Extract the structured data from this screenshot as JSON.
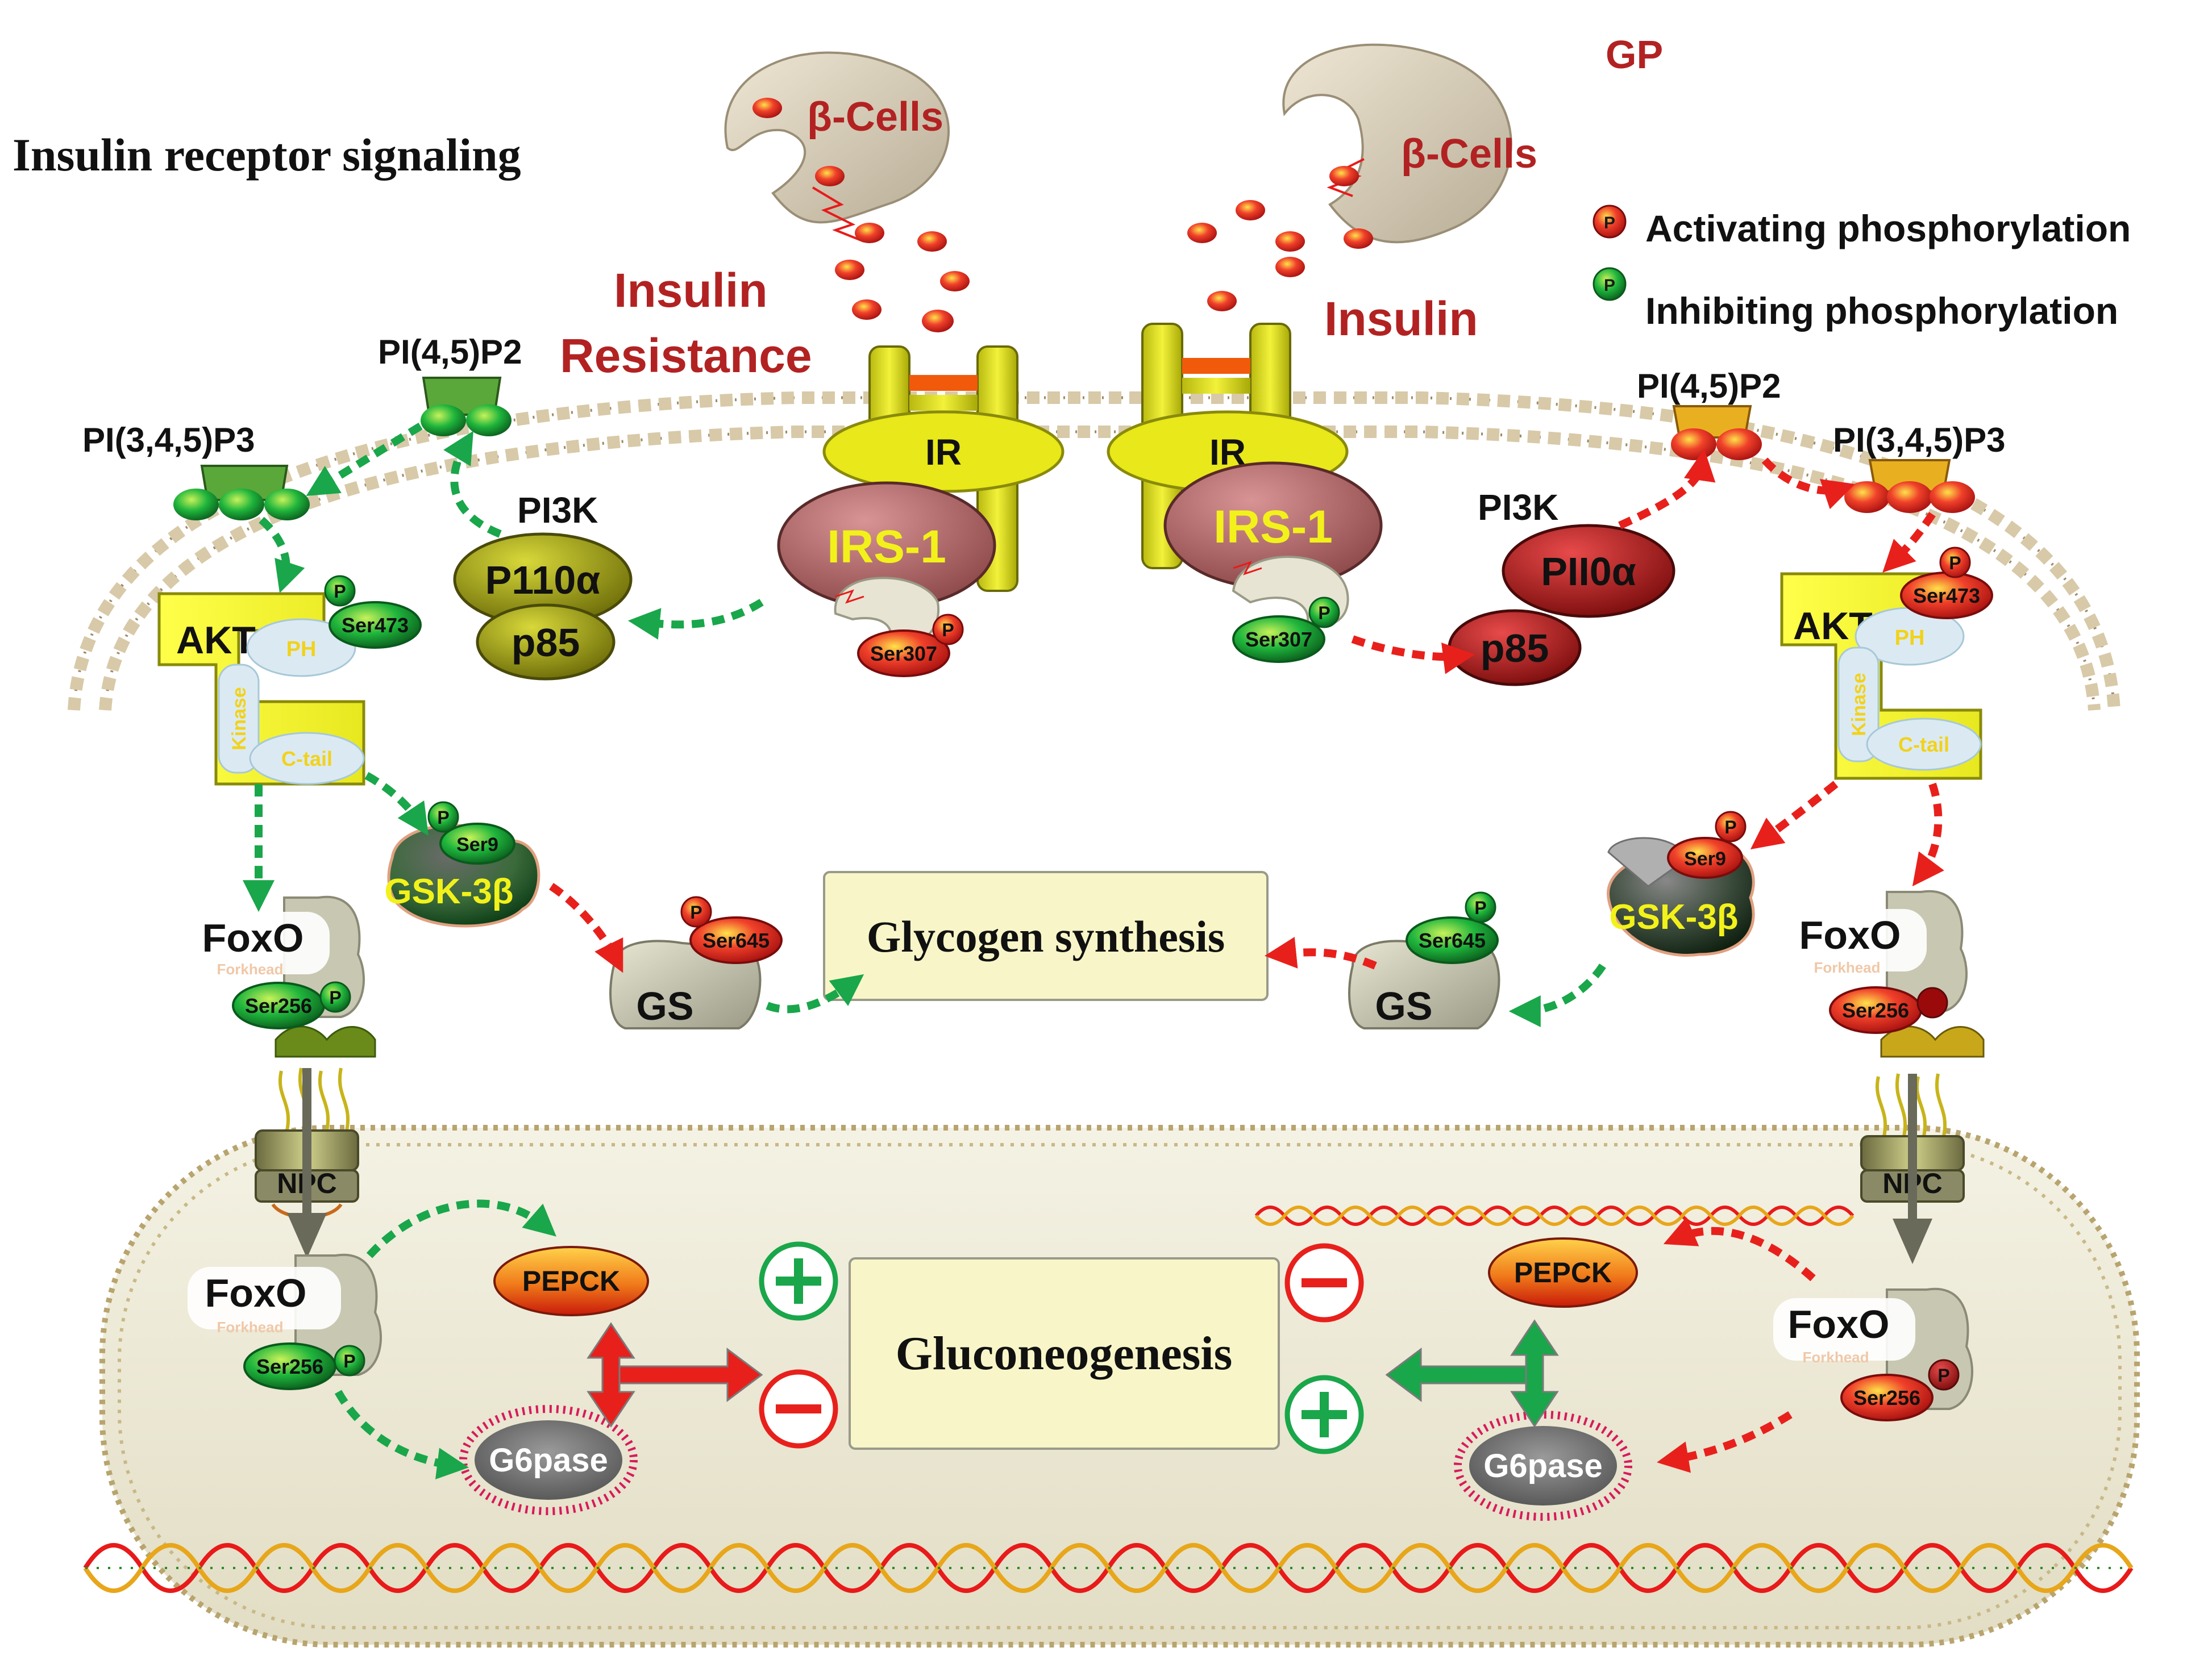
{
  "title": "Insulin receptor signaling",
  "gp": "GP",
  "beta_cells_left": "β-Cells",
  "beta_cells_right": "β-Cells",
  "insulin_resistance_line1": "Insulin",
  "insulin_resistance_line2": "Resistance",
  "insulin_right": "Insulin",
  "legend": {
    "activating": "Activating phosphorylation",
    "inhibiting": "Inhibiting phosphorylation",
    "p": "P"
  },
  "left": {
    "pip2": "PI(4,5)P2",
    "pip3": "PI(3,4,5)P3",
    "pi3k": "PI3K",
    "p110": "P110α",
    "p85": "p85",
    "ir": "IR",
    "irs1": "IRS-1",
    "ser307": "Ser307",
    "akt": "AKT",
    "ph": "PH",
    "kinase": "Kinase",
    "ctail": "C-tail",
    "ser473": "Ser473",
    "gsk": "GSK-3β",
    "ser9": "Ser9",
    "gs": "GS",
    "ser645": "Ser645",
    "foxo": "FoxO",
    "forkhead": "Forkhead",
    "ser256": "Ser256",
    "npc": "NPC",
    "foxo_nuc": "FoxO",
    "ser256_nuc": "Ser256",
    "pepck": "PEPCK",
    "g6pase": "G6pase"
  },
  "right": {
    "pip2": "PI(4,5)P2",
    "pip3": "PI(3,4,5)P3",
    "pi3k": "PI3K",
    "p110": "PII0α",
    "p85": "p85",
    "ir": "IR",
    "irs1": "IRS-1",
    "ser307": "Ser307",
    "akt": "AKT",
    "ph": "PH",
    "kinase": "Kinase",
    "ctail": "C-tail",
    "ser473": "Ser473",
    "gsk": "GSK-3β",
    "ser9": "Ser9",
    "gs": "GS",
    "ser645": "Ser645",
    "foxo": "FoxO",
    "forkhead": "Forkhead",
    "ser256": "Ser256",
    "npc": "NPC",
    "foxo_nuc": "FoxO",
    "ser256_nuc": "Ser256",
    "pepck": "PEPCK",
    "g6pase": "G6pase"
  },
  "glycogen_synthesis": "Glycogen  synthesis",
  "gluconeogenesis": "Gluconeogenesis",
  "colors": {
    "activating_red": "#e8201c",
    "inhibiting_green": "#1aa64a",
    "title_red": "#b22222",
    "receptor_yellow": "#e6e61a"
  }
}
